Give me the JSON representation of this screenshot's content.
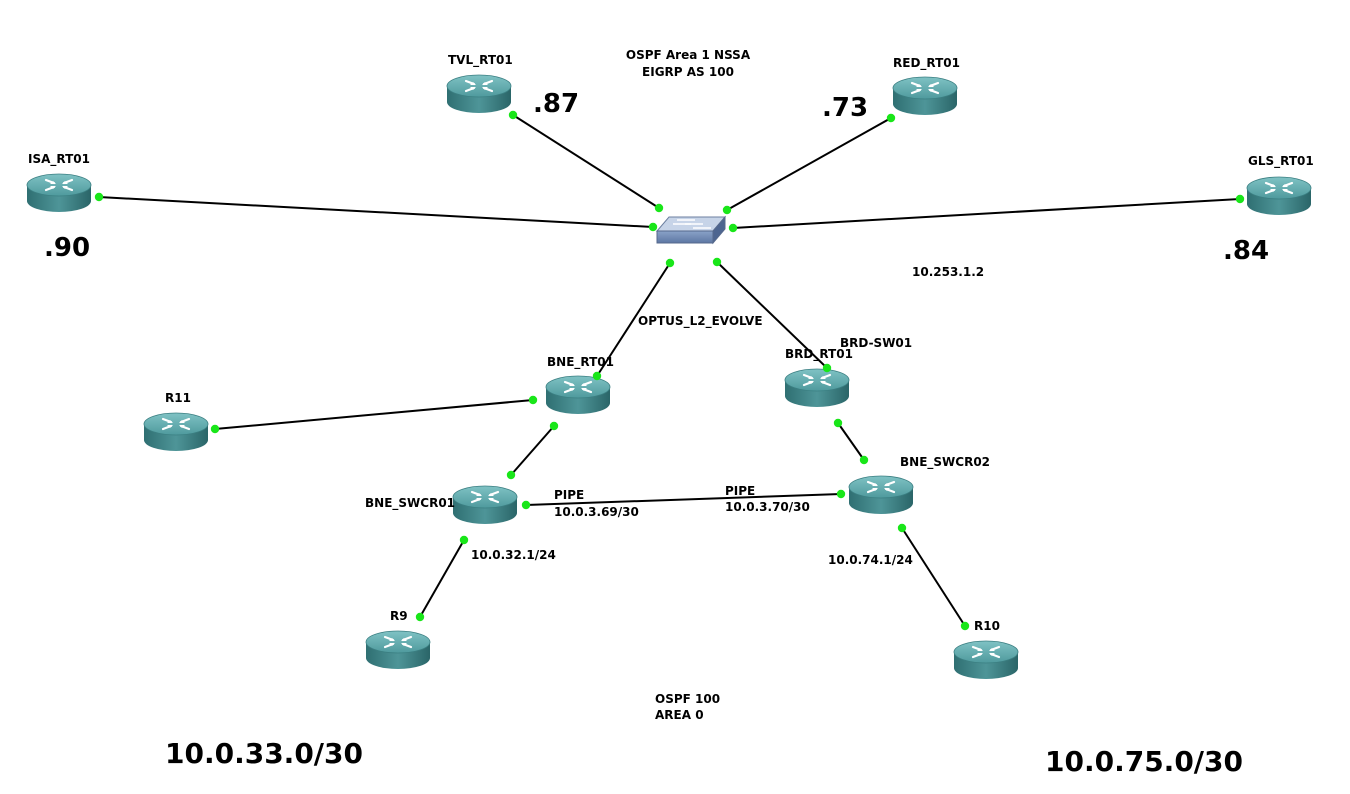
{
  "nodes": [
    {
      "id": "ISA_RT01",
      "label": "ISA_RT01",
      "kind": "router"
    },
    {
      "id": "TVL_RT01",
      "label": "TVL_RT01",
      "kind": "router"
    },
    {
      "id": "RED_RT01",
      "label": "RED_RT01",
      "kind": "router"
    },
    {
      "id": "GLS_RT01",
      "label": "GLS_RT01",
      "kind": "router"
    },
    {
      "id": "SW",
      "label": "",
      "kind": "switch"
    },
    {
      "id": "BNE_RT01",
      "label": "BNE_RT01",
      "kind": "router"
    },
    {
      "id": "BRD_RT01",
      "label": "BRD_RT01",
      "kind": "router"
    },
    {
      "id": "R11",
      "label": "R11",
      "kind": "router"
    },
    {
      "id": "BNE_SWCR01",
      "label": "BNE_SWCR01",
      "kind": "router"
    },
    {
      "id": "BNE_SWCR02",
      "label": "BNE_SWCR02",
      "kind": "router"
    },
    {
      "id": "R9",
      "label": "R9",
      "kind": "router"
    },
    {
      "id": "R10",
      "label": "R10",
      "kind": "router"
    }
  ],
  "links": [
    {
      "from": "TVL_RT01",
      "to": "SW"
    },
    {
      "from": "RED_RT01",
      "to": "SW"
    },
    {
      "from": "ISA_RT01",
      "to": "SW"
    },
    {
      "from": "GLS_RT01",
      "to": "SW"
    },
    {
      "from": "BNE_RT01",
      "to": "SW"
    },
    {
      "from": "BRD_RT01",
      "to": "SW"
    },
    {
      "from": "R11",
      "to": "BNE_RT01"
    },
    {
      "from": "BNE_RT01",
      "to": "BNE_SWCR01"
    },
    {
      "from": "BRD_RT01",
      "to": "BNE_SWCR02"
    },
    {
      "from": "BNE_SWCR01",
      "to": "BNE_SWCR02"
    },
    {
      "from": "BNE_SWCR01",
      "to": "R9"
    },
    {
      "from": "BNE_SWCR02",
      "to": "R10"
    }
  ],
  "annotations": {
    "ospf_area1": "OSPF Area 1 NSSA",
    "eigrp": "EIGRP AS 100",
    "tvl_octet": ".87",
    "red_octet": ".73",
    "isa_octet": ".90",
    "gls_octet": ".84",
    "switch_ip": "10.253.1.2",
    "optus": "OPTUS_L2_EVOLVE",
    "brd_sw": "BRD-SW01",
    "pipe_left": "PIPE",
    "pipe_left_ip": "10.0.3.69/30",
    "pipe_right": "PIPE",
    "pipe_right_ip": "10.0.3.70/30",
    "lan_left": "10.0.32.1/24",
    "lan_right": "10.0.74.1/24",
    "ospf100": "OSPF 100",
    "area0": "AREA 0",
    "net_left": "10.0.33.0/30",
    "net_right": "10.0.75.0/30"
  }
}
